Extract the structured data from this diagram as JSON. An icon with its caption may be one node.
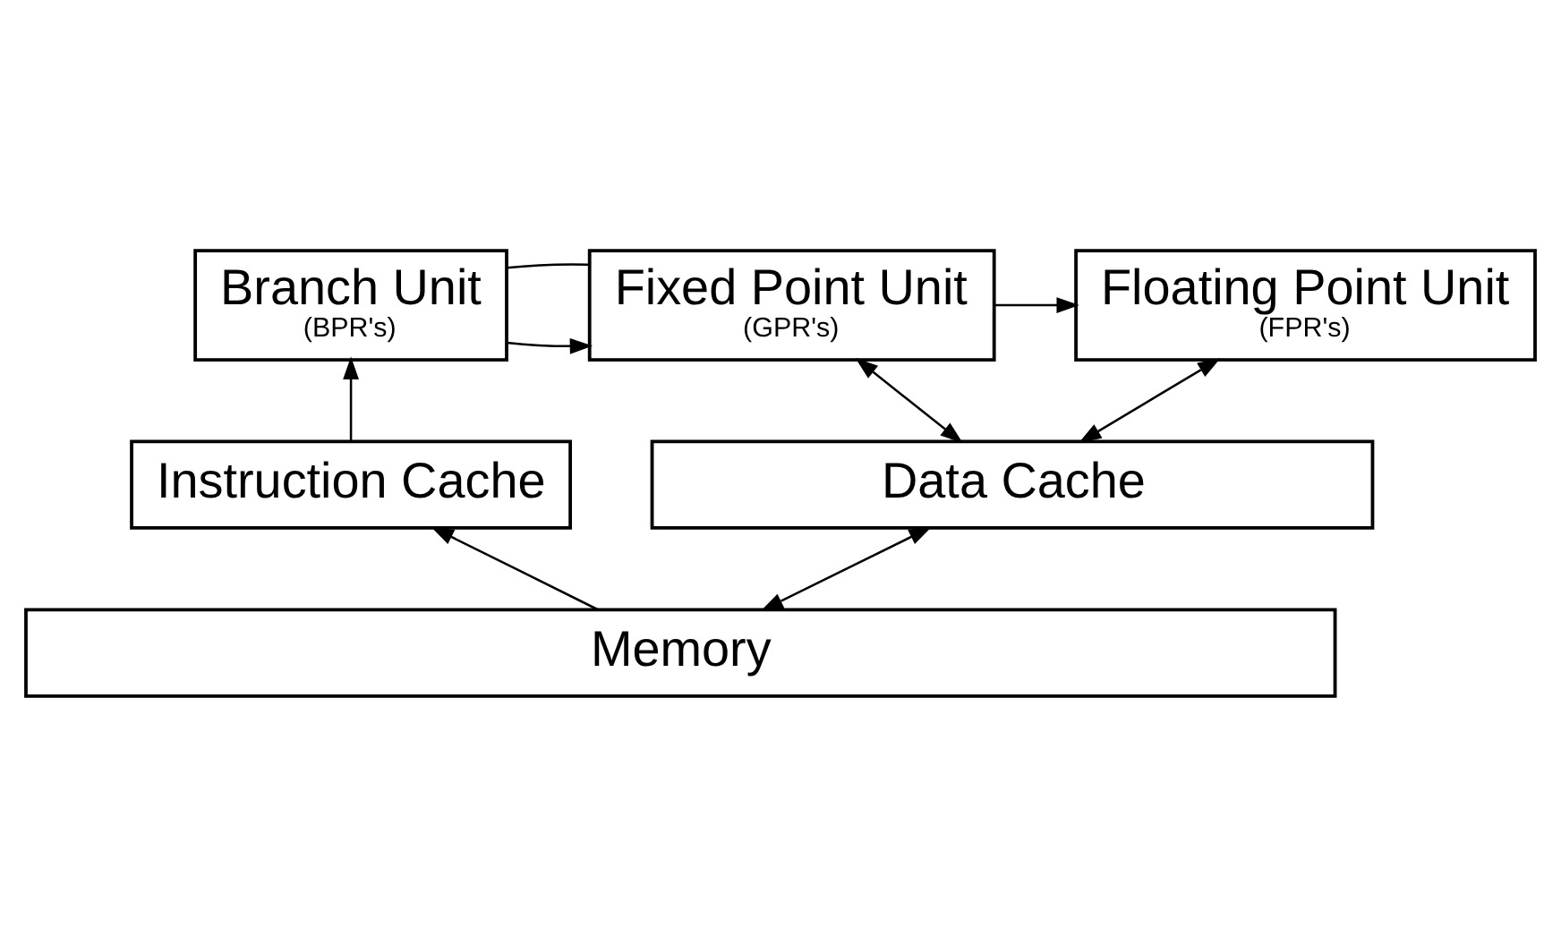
{
  "diagram": {
    "nodes": [
      {
        "text": [
          "Branch Unit",
          "(BPR's)"
        ]
      },
      {
        "text": [
          "Fixed Point Unit",
          "(GPR's)"
        ]
      },
      {
        "text": [
          "Floating Point Unit",
          "(FPR's)"
        ]
      },
      {
        "text": [
          "Instruction Cache"
        ]
      },
      {
        "text": [
          "Data Cache"
        ]
      },
      {
        "text": [
          "Memory"
        ]
      }
    ],
    "edges": [
      {
        "from": 0,
        "to": 1,
        "arrow": "to"
      },
      {
        "from": 0,
        "to": 1,
        "arrow": "none"
      },
      {
        "from": 1,
        "to": 2,
        "arrow": "to"
      },
      {
        "from": 1,
        "to": 4,
        "arrow": "both"
      },
      {
        "from": 2,
        "to": 4,
        "arrow": "both"
      },
      {
        "from": 3,
        "to": 0,
        "arrow": "to"
      },
      {
        "from": 5,
        "to": 3,
        "arrow": "to"
      },
      {
        "from": 4,
        "to": 5,
        "arrow": "both"
      }
    ]
  }
}
